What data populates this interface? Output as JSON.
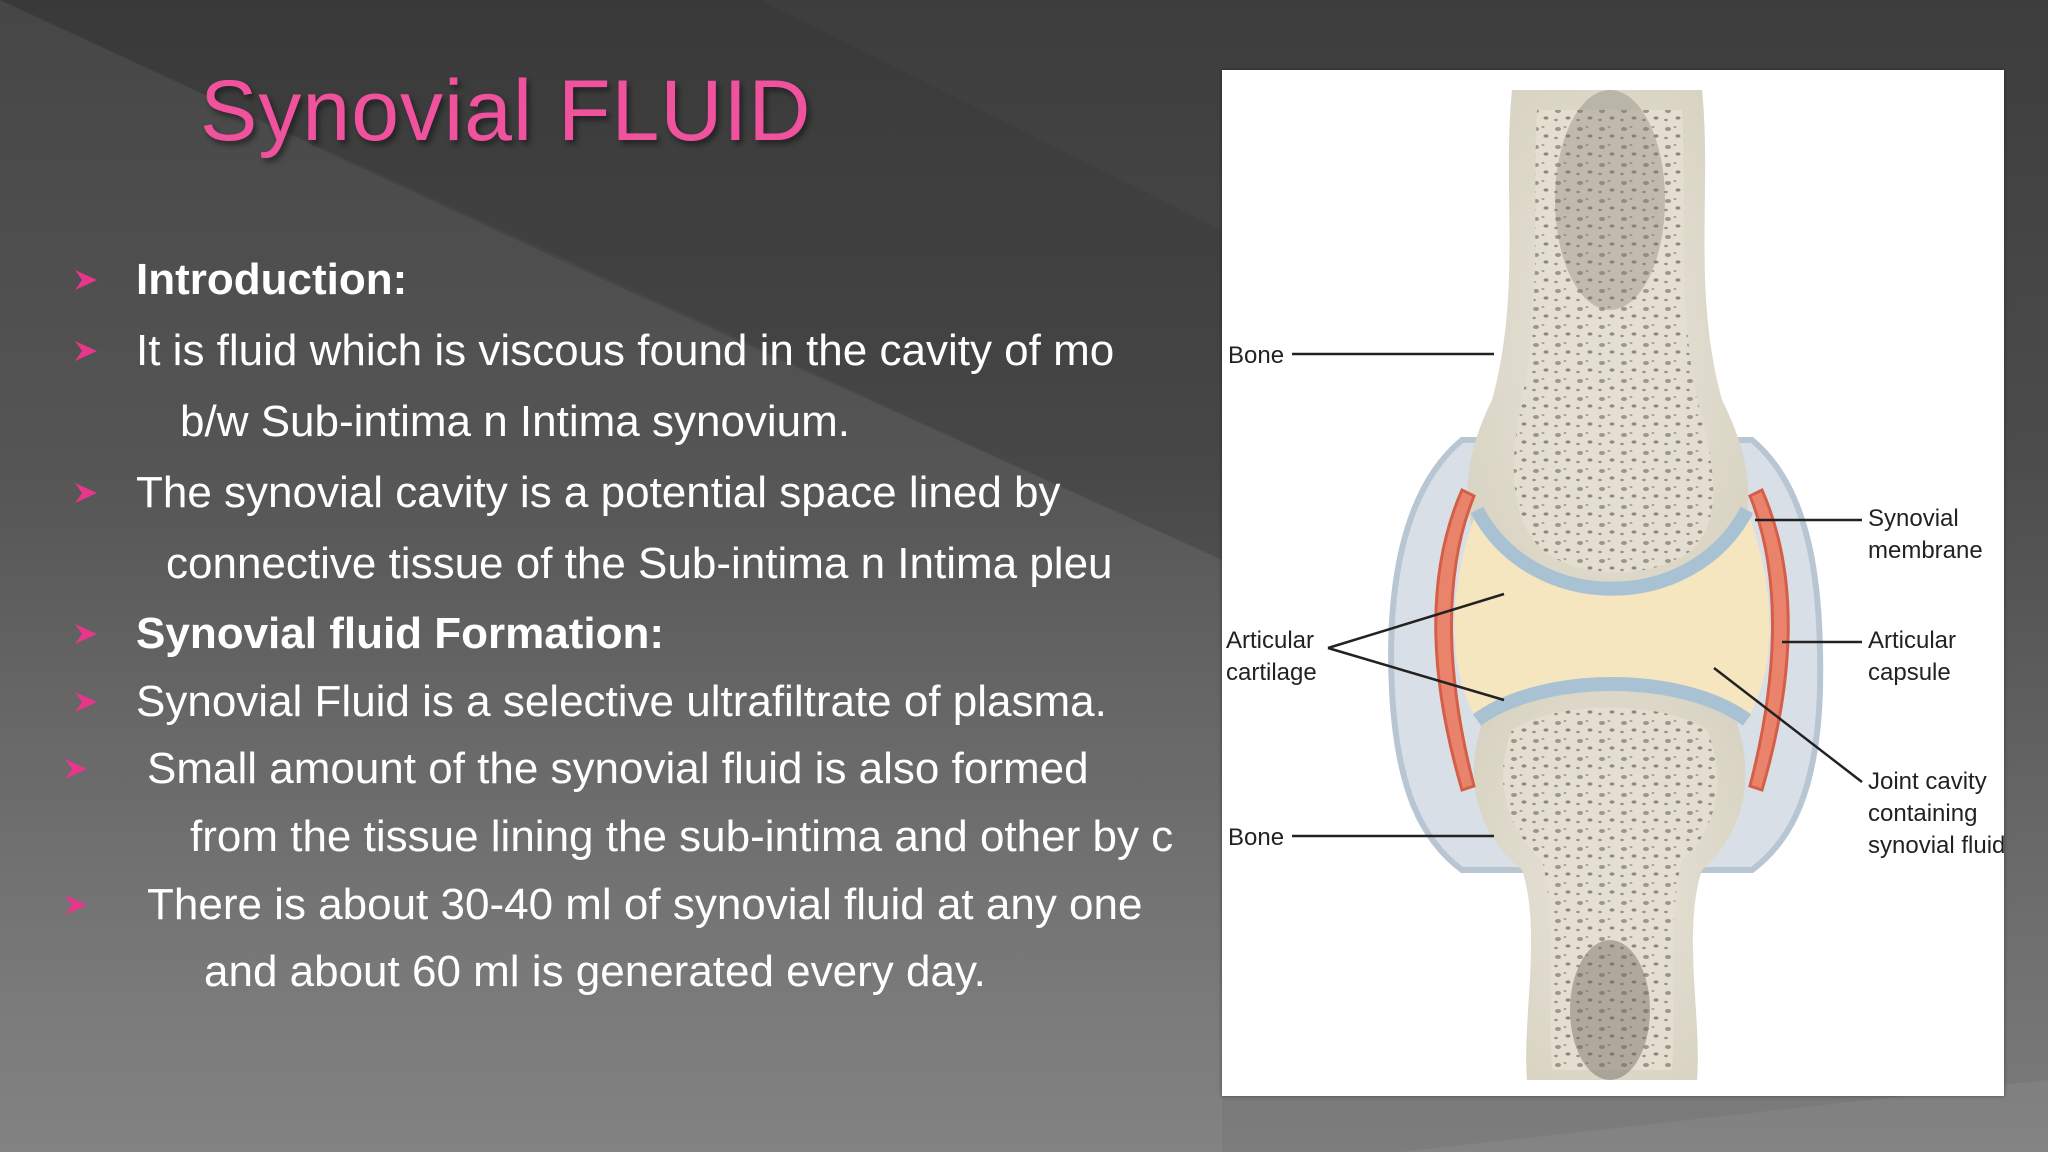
{
  "slide": {
    "title": "Synovial FLUID",
    "colors": {
      "title": "#f0529e",
      "bullet": "#e8368a",
      "text": "#ffffff"
    },
    "bullet_icon": "arrowhead-bullet-icon",
    "lines": [
      {
        "text": "Introduction:",
        "bold": true,
        "bullet": true
      },
      {
        "text": "It is fluid which is viscous found in the cavity of mo",
        "bold": false,
        "bullet": true
      },
      {
        "text": "b/w Sub-intima  n Intima synovium.",
        "bold": false,
        "bullet": false
      },
      {
        "text": "The synovial cavity is a potential space lined by",
        "bold": false,
        "bullet": true
      },
      {
        "text": "connective tissue of the Sub-intima n Intima pleu",
        "bold": false,
        "bullet": false
      },
      {
        "text": "Synovial  fluid Formation:",
        "bold": true,
        "bullet": true
      },
      {
        "text": "Synovial Fluid is a selective ultrafiltrate of plasma.",
        "bold": false,
        "bullet": true
      },
      {
        "text": "Small amount of the synovial fluid is also formed",
        "bold": false,
        "bullet": true
      },
      {
        "text": "from the tissue lining the sub-intima and other by c",
        "bold": false,
        "bullet": false
      },
      {
        "text": "There is about 30-40 ml of synovial fluid at any one",
        "bold": false,
        "bullet": true
      },
      {
        "text": "and about 60 ml is generated every day.",
        "bold": false,
        "bullet": false
      }
    ]
  },
  "diagram": {
    "labels": {
      "bone_top": "Bone",
      "bone_bottom": "Bone",
      "synovial_membrane": [
        "Synovial",
        "membrane"
      ],
      "articular_capsule": [
        "Articular",
        "capsule"
      ],
      "articular_cartilage": [
        "Articular",
        "cartilage"
      ],
      "joint_cavity": [
        "Joint cavity",
        "containing",
        "synovial fluid"
      ]
    }
  }
}
